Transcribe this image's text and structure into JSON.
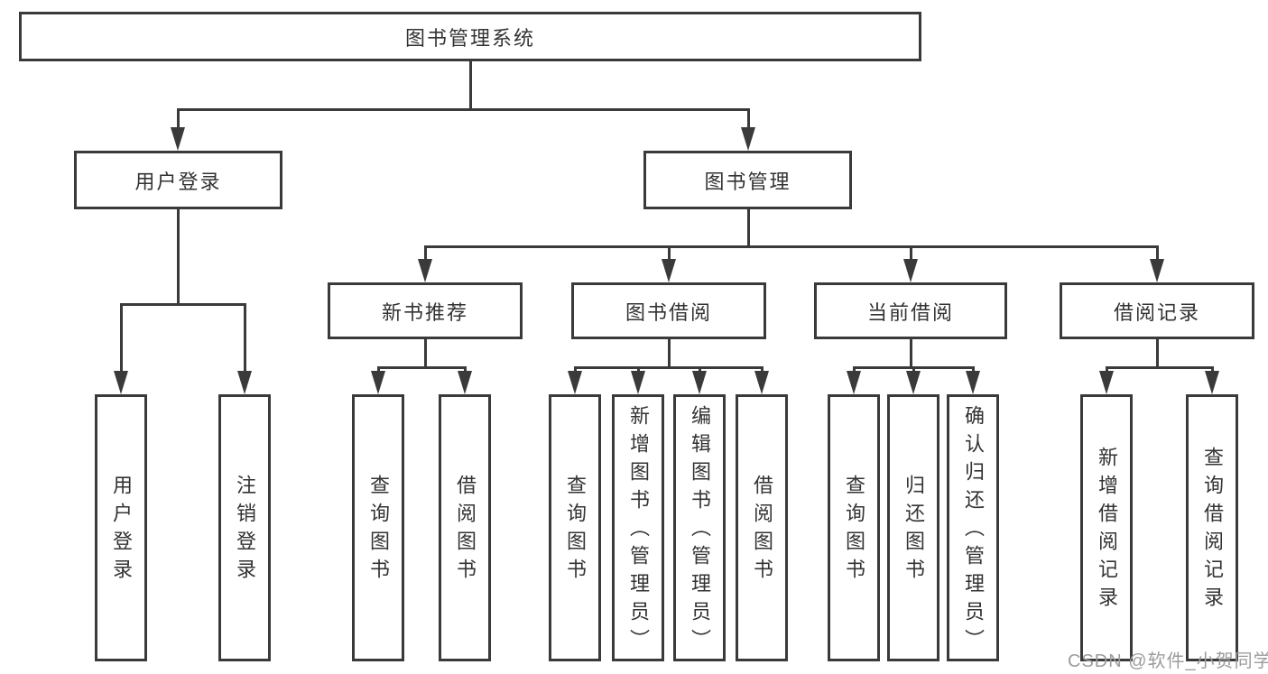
{
  "tree": {
    "label": "图书管理系统",
    "children": [
      {
        "label": "用户登录",
        "children": [
          {
            "label": "用户登录"
          },
          {
            "label": "注销登录"
          }
        ]
      },
      {
        "label": "图书管理",
        "children": [
          {
            "label": "新书推荐",
            "children": [
              {
                "label": "查询图书"
              },
              {
                "label": "借阅图书"
              }
            ]
          },
          {
            "label": "图书借阅",
            "children": [
              {
                "label": "查询图书"
              },
              {
                "label": "新增图书（管理员）"
              },
              {
                "label": "编辑图书（管理员）"
              },
              {
                "label": "借阅图书"
              }
            ]
          },
          {
            "label": "当前借阅",
            "children": [
              {
                "label": "查询图书"
              },
              {
                "label": "归还图书"
              },
              {
                "label": "确认归还（管理员）"
              }
            ]
          },
          {
            "label": "借阅记录",
            "children": [
              {
                "label": "新增借阅记录"
              },
              {
                "label": "查询借阅记录"
              }
            ]
          }
        ]
      }
    ]
  },
  "watermark": {
    "text": "CSDN @软件_小贺同学"
  },
  "colors": {
    "line": "#3a3a3a",
    "text": "#333333",
    "background": "#ffffff",
    "watermark": "#9c9c9c"
  }
}
